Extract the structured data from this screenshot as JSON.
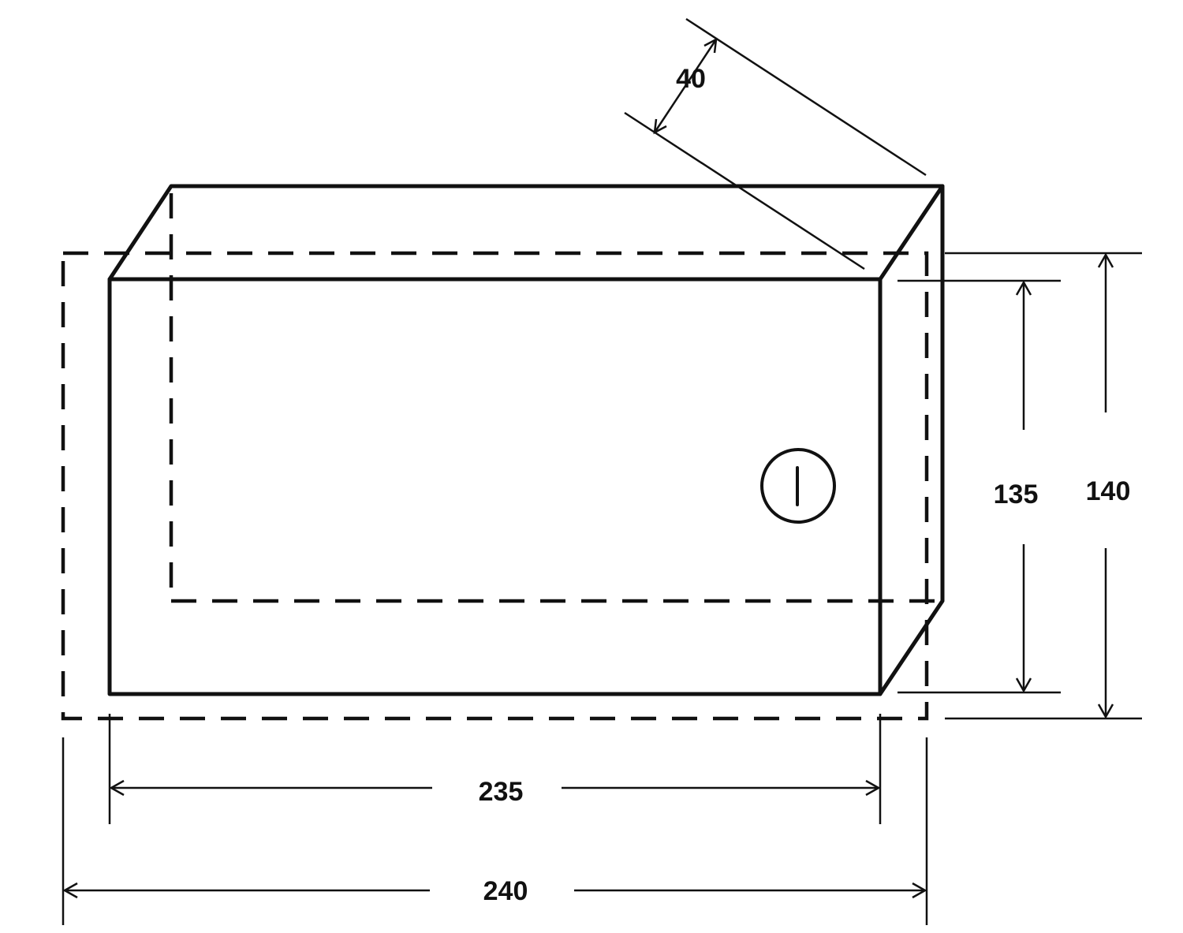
{
  "dimensions": {
    "depth": "40",
    "inner_height": "135",
    "outer_height": "140",
    "inner_width": "235",
    "outer_width": "240"
  },
  "colors": {
    "line": "#111111",
    "background": "#ffffff"
  },
  "icons": {
    "lock": "keyhole-lock-icon"
  }
}
